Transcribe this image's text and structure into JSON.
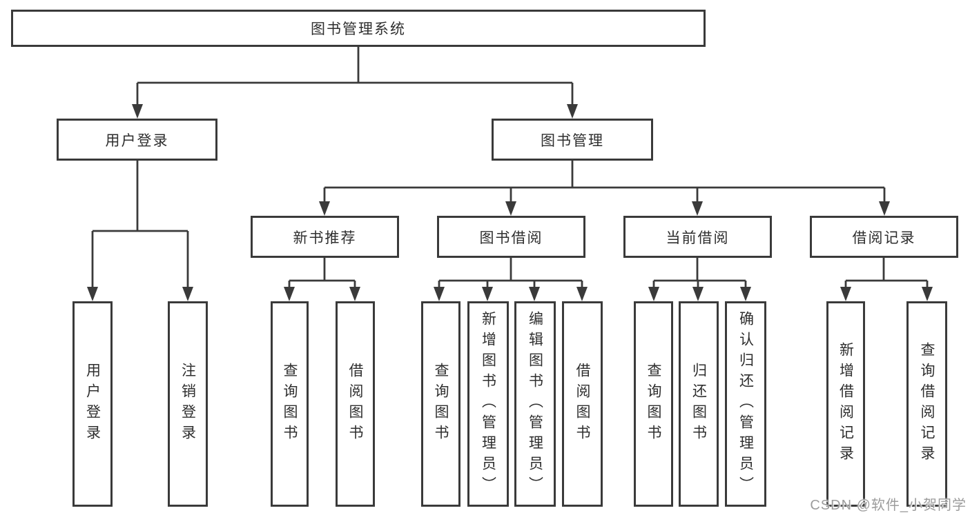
{
  "root": {
    "label": "图书管理系统"
  },
  "branches": [
    {
      "label": "用户登录",
      "children": [
        {
          "label": "用户登录"
        },
        {
          "label": "注销登录"
        }
      ]
    },
    {
      "label": "图书管理",
      "sections": [
        {
          "label": "新书推荐",
          "children": [
            {
              "label": "查询图书"
            },
            {
              "label": "借阅图书"
            }
          ]
        },
        {
          "label": "图书借阅",
          "children": [
            {
              "label": "查询图书"
            },
            {
              "label": "新增图书（管理员）"
            },
            {
              "label": "编辑图书（管理员）"
            },
            {
              "label": "借阅图书"
            }
          ]
        },
        {
          "label": "当前借阅",
          "children": [
            {
              "label": "查询图书"
            },
            {
              "label": "归还图书"
            },
            {
              "label": "确认归还（管理员）"
            }
          ]
        },
        {
          "label": "借阅记录",
          "children": [
            {
              "label": "新增借阅记录"
            },
            {
              "label": "查询借阅记录"
            }
          ]
        }
      ]
    }
  ],
  "watermark": "CSDN @软件_小贺同学",
  "colors": {
    "line": "#3a3a3a",
    "text": "#2e2e2e",
    "box_bg": "#ffffff",
    "watermark": "#9c9c9c"
  }
}
